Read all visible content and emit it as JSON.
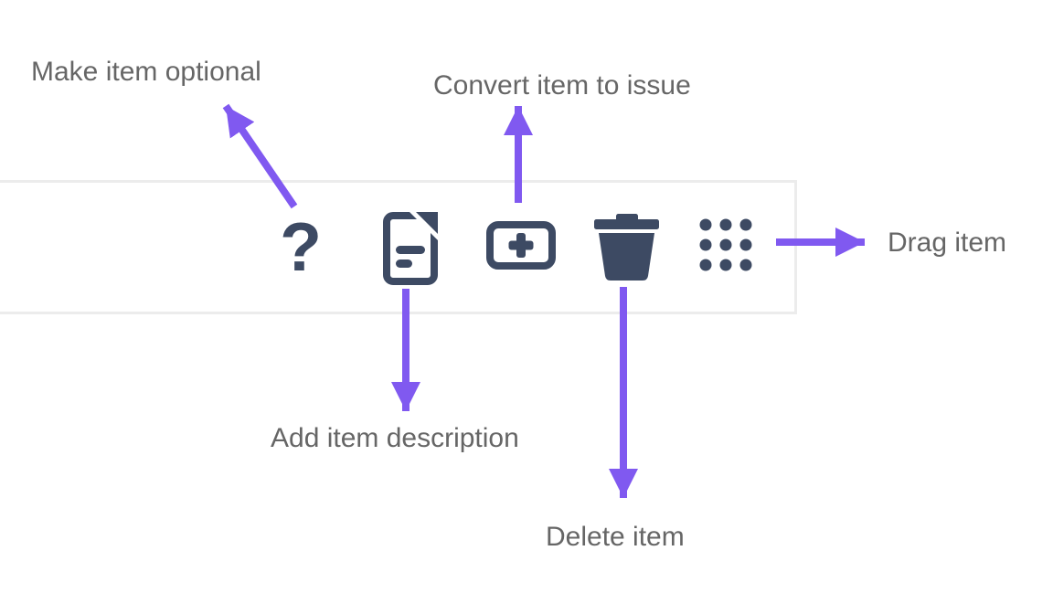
{
  "colors": {
    "background": "#ffffff",
    "icon": "#3d4a63",
    "arrow": "#8059f0",
    "label": "#666666",
    "border": "#ececec"
  },
  "toolbar": {
    "buttons": [
      {
        "id": "make-optional",
        "icon": "question-mark-icon",
        "glyph": "?"
      },
      {
        "id": "add-description",
        "icon": "document-icon"
      },
      {
        "id": "convert-to-issue",
        "icon": "plus-box-icon"
      },
      {
        "id": "delete",
        "icon": "trash-icon"
      },
      {
        "id": "drag",
        "icon": "grip-dots-icon"
      }
    ]
  },
  "annotations": {
    "make_optional": "Make item optional",
    "convert_to_issue": "Convert item to issue",
    "add_description": "Add item description",
    "delete": "Delete item",
    "drag": "Drag item"
  }
}
